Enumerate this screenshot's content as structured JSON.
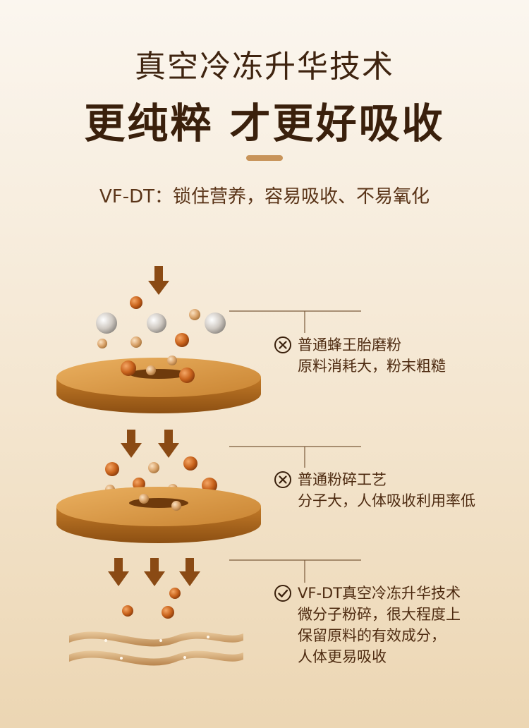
{
  "header": {
    "title_line1": "真空冷冻升华技术",
    "title_line2": "更纯粹 才更好吸收",
    "subtitle": "VF-DT：锁住营养，容易吸收、不易氧化"
  },
  "stages": [
    {
      "status": "cross",
      "lines": [
        "普通蜂王胎磨粉",
        "原料消耗大，粉末粗糙"
      ]
    },
    {
      "status": "cross",
      "lines": [
        "普通粉碎工艺",
        "分子大，人体吸收利用率低"
      ]
    },
    {
      "status": "check",
      "lines": [
        "VF-DT真空冷冻升华技术",
        "微分子粉碎，很大程度上",
        "保留原料的有效成分，",
        "人体更易吸收"
      ]
    }
  ],
  "colors": {
    "accent": "#c8945a",
    "disc": "#d99a3e",
    "arrow": "#8a4a14",
    "particle_orange": "#c9631c",
    "particle_tan": "#d9a36a",
    "particle_gray": "#c9c3bc"
  }
}
